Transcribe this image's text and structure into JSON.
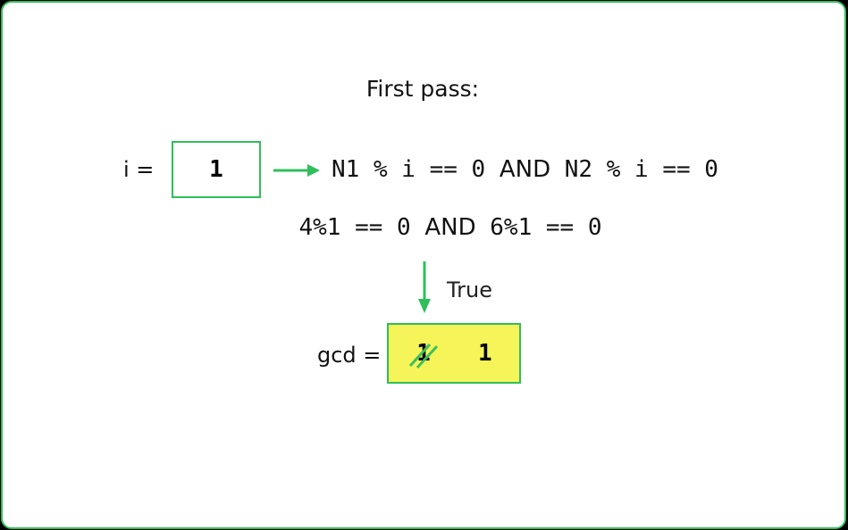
{
  "title": "First pass:",
  "i_label": "i =",
  "i_value": "1",
  "condition": {
    "left": "N1 % i == 0 ",
    "and": "AND",
    "right": " N2 % i == 0"
  },
  "evaluated": {
    "left": "4%1 == 0 ",
    "and": "AND",
    "right": " 6%1 == 0"
  },
  "result_label": "True",
  "gcd_label": "gcd =",
  "gcd_old_value": "1",
  "gcd_new_value": "1",
  "colors": {
    "accent": "#2fbf5a",
    "highlight": "#f5f55a"
  }
}
